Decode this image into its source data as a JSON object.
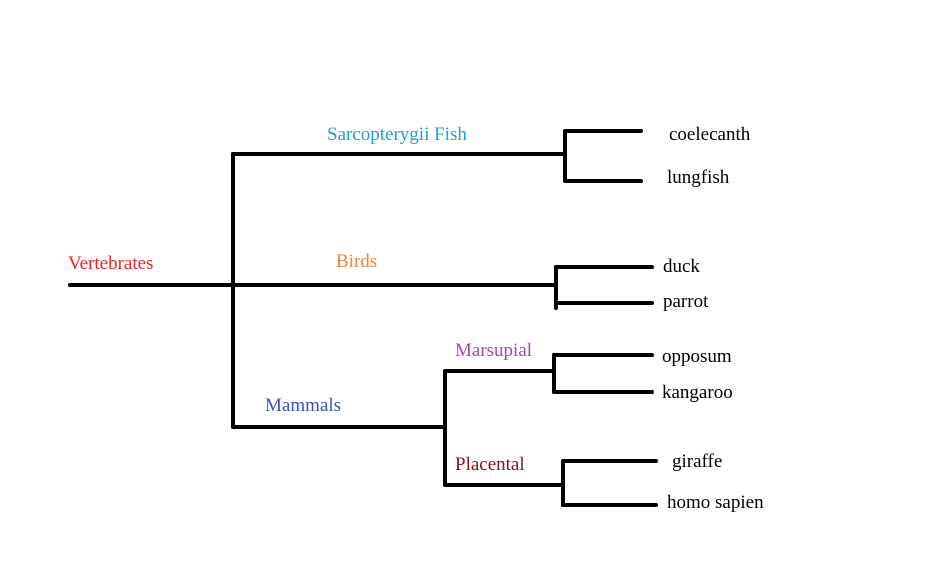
{
  "diagram": {
    "root": {
      "label": "Vertebrates",
      "color": "#e8252a"
    },
    "clades": {
      "fish": {
        "label": "Sarcopterygii Fish",
        "color": "#1ea0d8"
      },
      "birds": {
        "label": "Birds",
        "color": "#f0843a"
      },
      "mammals": {
        "label": "Mammals",
        "color": "#3f4fc0"
      },
      "marsupial": {
        "label": "Marsupial",
        "color": "#a24aa8"
      },
      "placental": {
        "label": "Placental",
        "color": "#8a1020"
      }
    },
    "leaves": {
      "coelecanth": "coelecanth",
      "lungfish": "lungfish",
      "duck": "duck",
      "parrot": "parrot",
      "opposum": "opposum",
      "kangaroo": "kangaroo",
      "giraffe": "giraffe",
      "homo_sapien": "homo sapien"
    },
    "line_color": "#000000"
  }
}
